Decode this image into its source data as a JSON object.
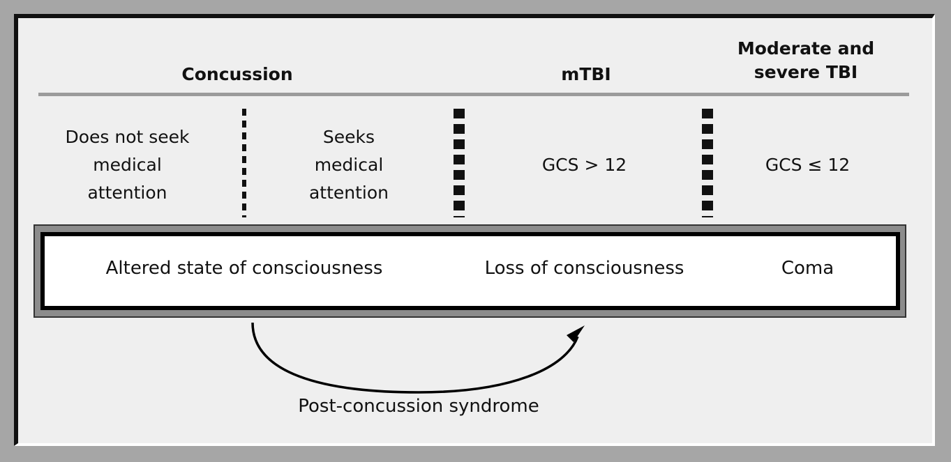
{
  "headers": {
    "concussion": "Concussion",
    "mtbi": "mTBI",
    "moderate_line1": "Moderate and",
    "moderate_line2": "severe TBI"
  },
  "columns": {
    "no_medical": [
      "Does not seek",
      "medical",
      "attention"
    ],
    "seeks_medical": [
      "Seeks",
      "medical",
      "attention"
    ],
    "mtbi_gcs": "GCS > 12",
    "severe_gcs": "GCS ≤ 12"
  },
  "consciousness_band": {
    "altered": "Altered state of consciousness",
    "loss": "Loss of consciousness",
    "coma": "Coma"
  },
  "arrow_label": "Post-concussion syndrome"
}
